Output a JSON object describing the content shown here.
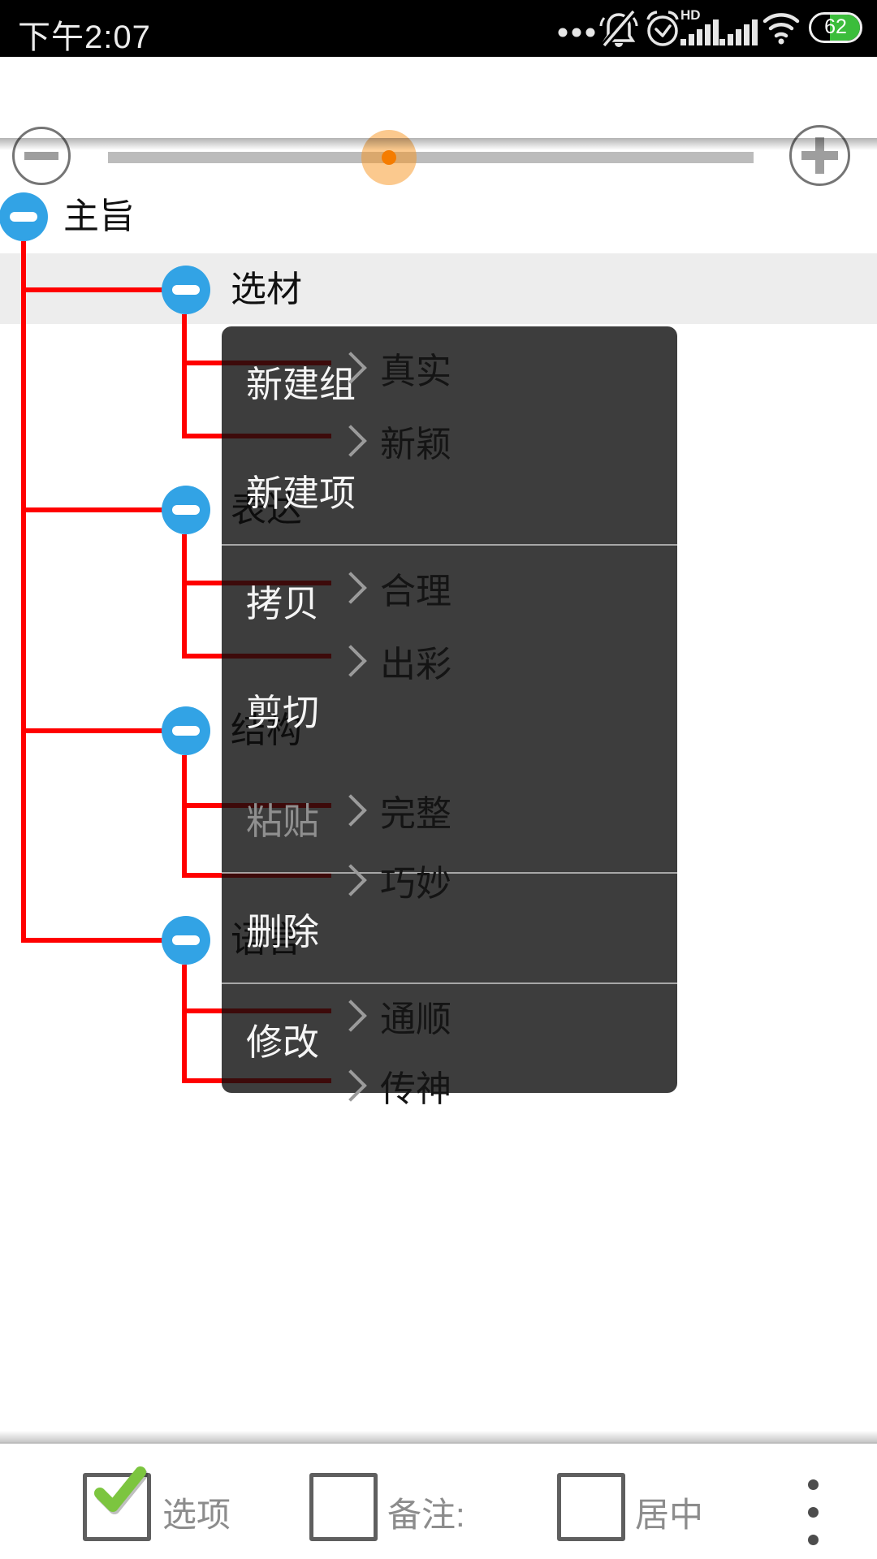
{
  "status_bar": {
    "time": "下午2:07",
    "hd_label": "HD",
    "battery_percent": "62",
    "icons": [
      "more-dots",
      "bell-muted",
      "alarm",
      "signal-sim1-hd",
      "signal-sim2",
      "wifi",
      "battery"
    ]
  },
  "zoom_bar": {
    "minus_label": "zoom-out",
    "plus_label": "zoom-in"
  },
  "tree": {
    "root": {
      "label": "主旨"
    },
    "children": [
      {
        "label": "选材",
        "selected": true,
        "children": [
          "真实",
          "新颖"
        ]
      },
      {
        "label": "表达",
        "selected": false,
        "children": [
          "合理",
          "出彩"
        ]
      },
      {
        "label": "结构",
        "selected": false,
        "children": [
          "完整",
          "巧妙"
        ]
      },
      {
        "label": "语言",
        "selected": false,
        "children": [
          "通顺",
          "传神"
        ]
      }
    ],
    "connector_color": "#ff0000",
    "node_color": "#32a3e5"
  },
  "context_menu": {
    "items": [
      {
        "label": "新建组",
        "enabled": true
      },
      {
        "label": "新建项",
        "enabled": true
      },
      {
        "label": "拷贝",
        "enabled": true
      },
      {
        "label": "剪切",
        "enabled": true
      },
      {
        "label": "粘贴",
        "enabled": false
      },
      {
        "label": "删除",
        "enabled": true
      },
      {
        "label": "修改",
        "enabled": true
      }
    ]
  },
  "toolbar": {
    "options": [
      {
        "label": "选项",
        "checked": true
      },
      {
        "label": "备注:",
        "checked": false
      },
      {
        "label": "居中",
        "checked": false
      }
    ],
    "check_color": "#7cc53f"
  }
}
